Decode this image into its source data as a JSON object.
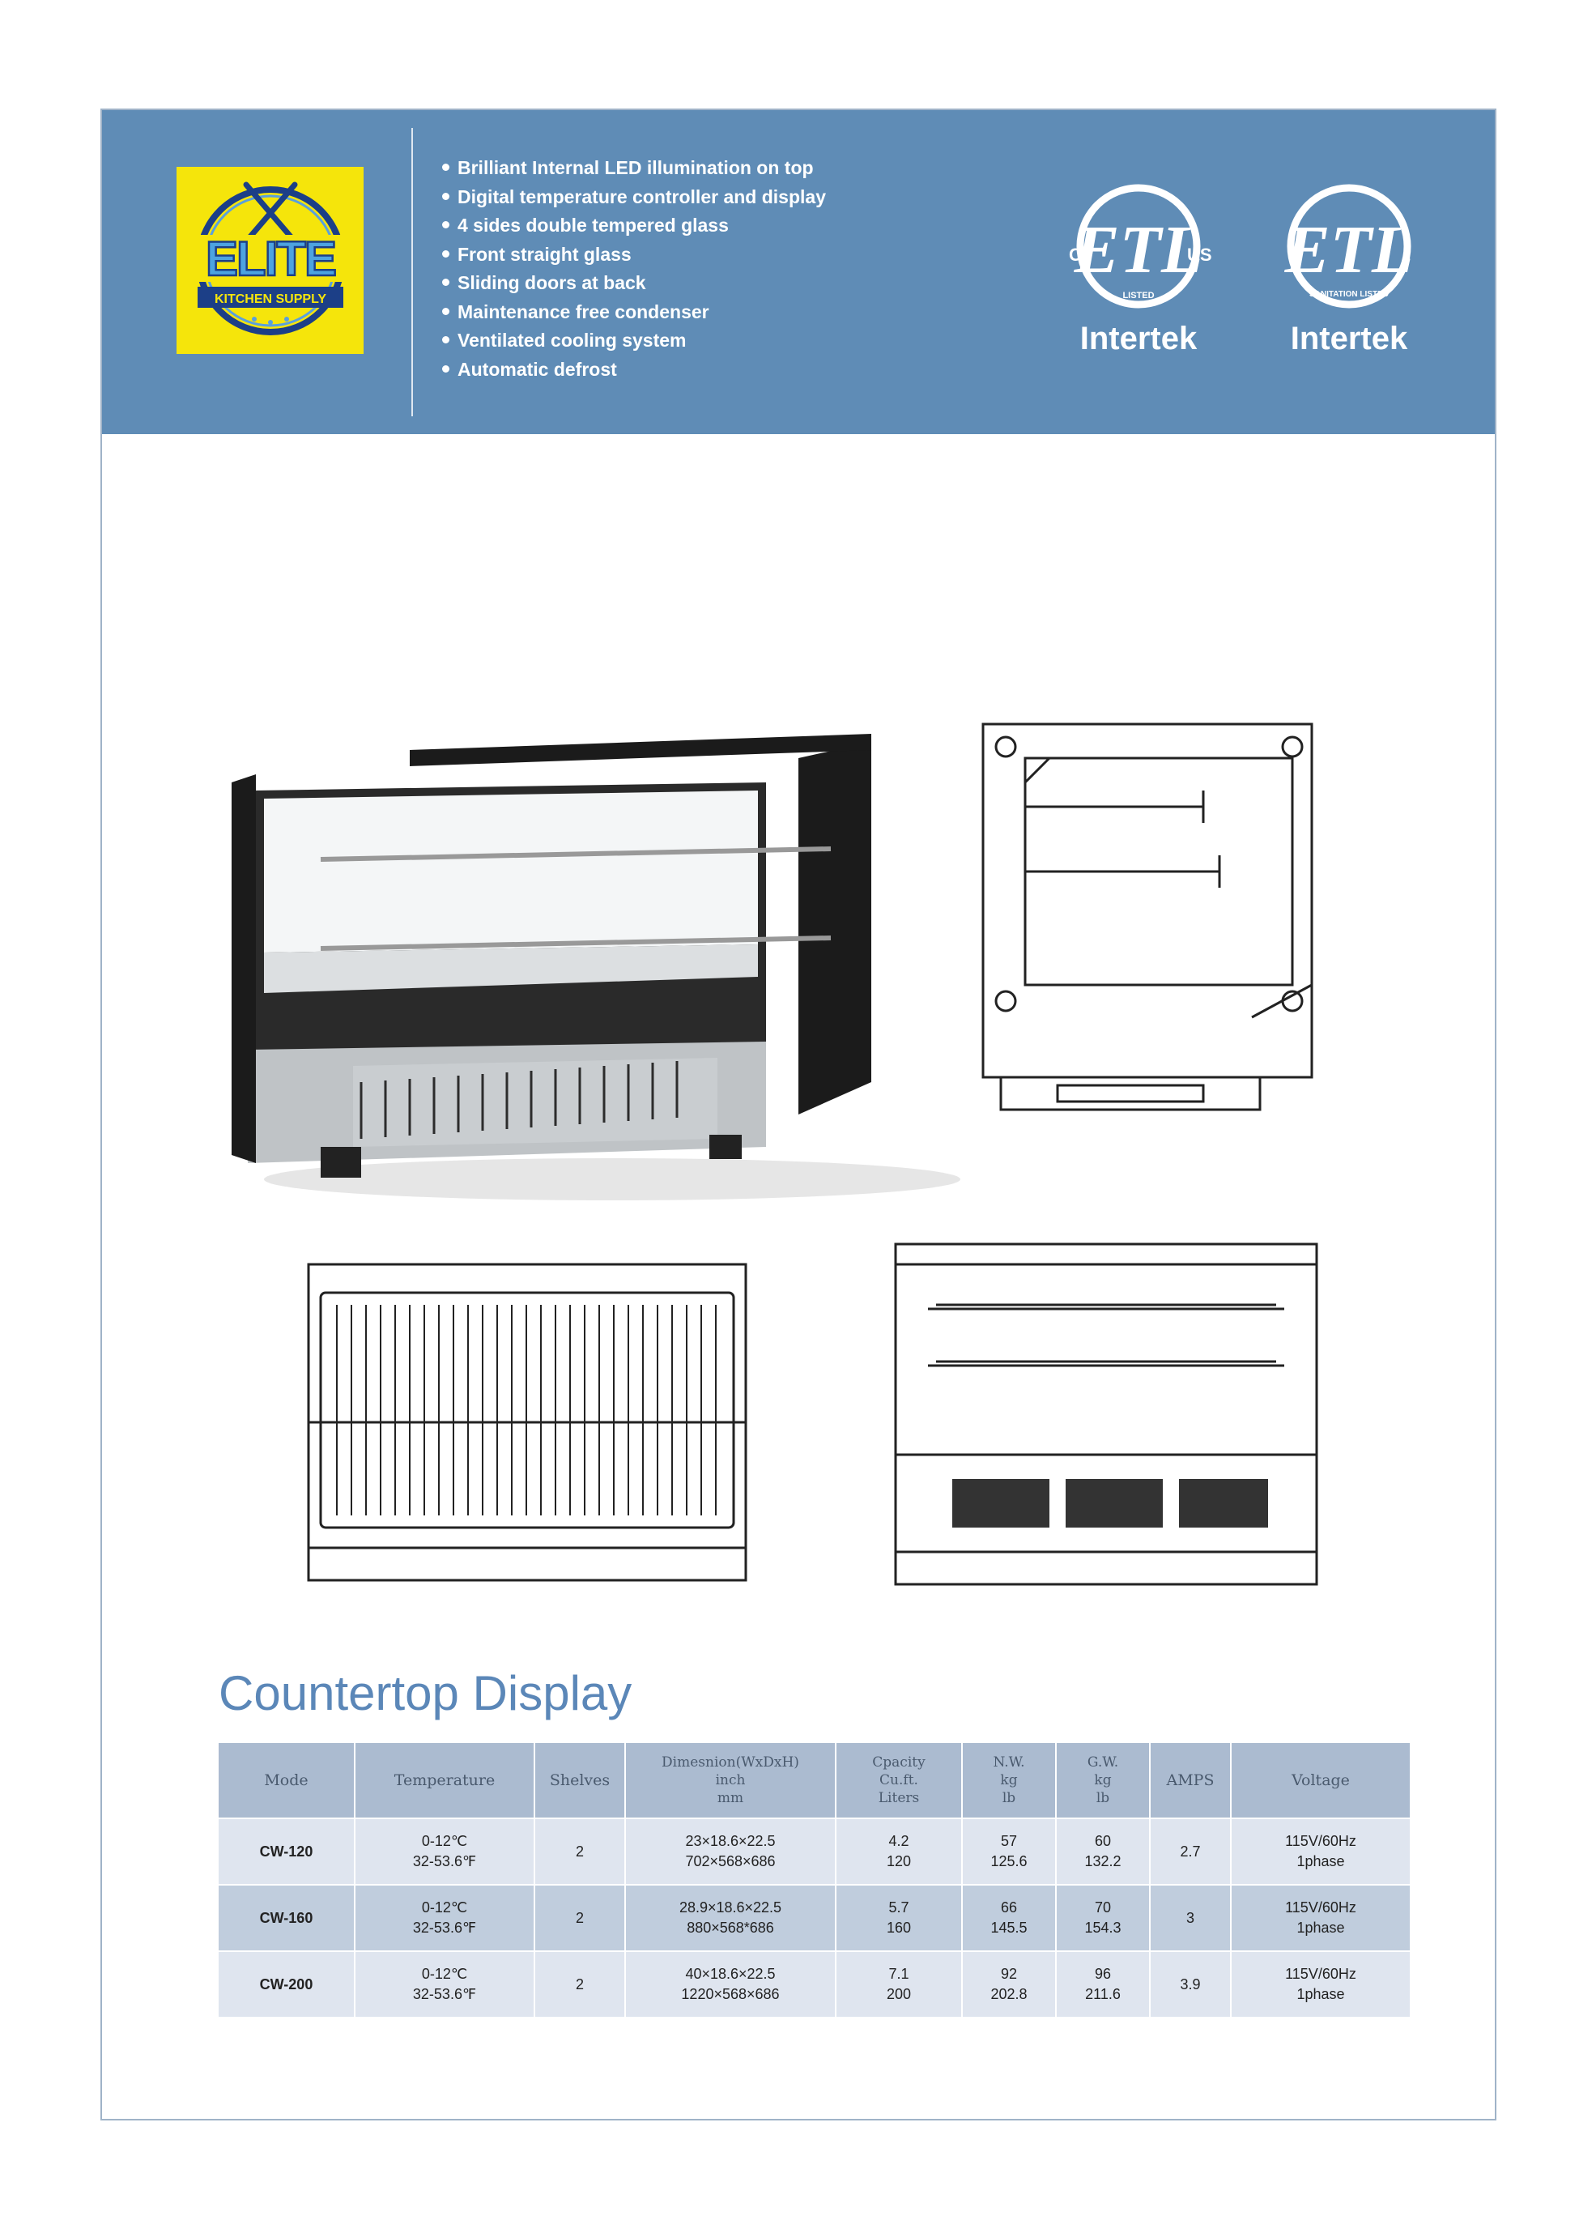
{
  "brand": {
    "logo_text": "ELITE",
    "logo_subtext": "KITCHEN SUPPLY"
  },
  "features": [
    "Brilliant Internal LED illumination on top",
    "Digital temperature controller and display",
    "4 sides double tempered glass",
    "Front straight glass",
    "Sliding doors at back",
    "Maintenance free condenser",
    "Ventilated cooling system",
    "Automatic defrost"
  ],
  "certifications": [
    {
      "mark": "ETL",
      "left": "C",
      "right": "US",
      "ring": "LISTED",
      "company": "Intertek"
    },
    {
      "mark": "ETL",
      "left": "",
      "right": "",
      "ring": "SANITATION LISTED",
      "company": "Intertek"
    }
  ],
  "section_title": "Countertop Display",
  "table": {
    "headers": {
      "model": "Mode",
      "temperature": "Temperature",
      "shelves": "Shelves",
      "dimension": [
        "Dimesnion(WxDxH)",
        "inch",
        "mm"
      ],
      "capacity": [
        "Cpacity",
        "Cu.ft.",
        "Liters"
      ],
      "nw": [
        "N.W.",
        "kg",
        "lb"
      ],
      "gw": [
        "G.W.",
        "kg",
        "lb"
      ],
      "amps": "AMPS",
      "voltage": "Voltage"
    },
    "rows": [
      {
        "model": "CW-120",
        "temp_c": "0-12℃",
        "temp_f": "32-53.6℉",
        "shelves": "2",
        "dim_in": "23×18.6×22.5",
        "dim_mm": "702×568×686",
        "cuft": "4.2",
        "liters": "120",
        "nw_kg": "57",
        "nw_lb": "125.6",
        "gw_kg": "60",
        "gw_lb": "132.2",
        "amps": "2.7",
        "volt": "115V/60Hz",
        "phase": "1phase"
      },
      {
        "model": "CW-160",
        "temp_c": "0-12℃",
        "temp_f": "32-53.6℉",
        "shelves": "2",
        "dim_in": "28.9×18.6×22.5",
        "dim_mm": "880×568*686",
        "cuft": "5.7",
        "liters": "160",
        "nw_kg": "66",
        "nw_lb": "145.5",
        "gw_kg": "70",
        "gw_lb": "154.3",
        "amps": "3",
        "volt": "115V/60Hz",
        "phase": "1phase"
      },
      {
        "model": "CW-200",
        "temp_c": "0-12℃",
        "temp_f": "32-53.6℉",
        "shelves": "2",
        "dim_in": "40×18.6×22.5",
        "dim_mm": "1220×568×686",
        "cuft": "7.1",
        "liters": "200",
        "nw_kg": "92",
        "nw_lb": "202.8",
        "gw_kg": "96",
        "gw_lb": "211.6",
        "amps": "3.9",
        "volt": "115V/60Hz",
        "phase": "1phase"
      }
    ]
  }
}
